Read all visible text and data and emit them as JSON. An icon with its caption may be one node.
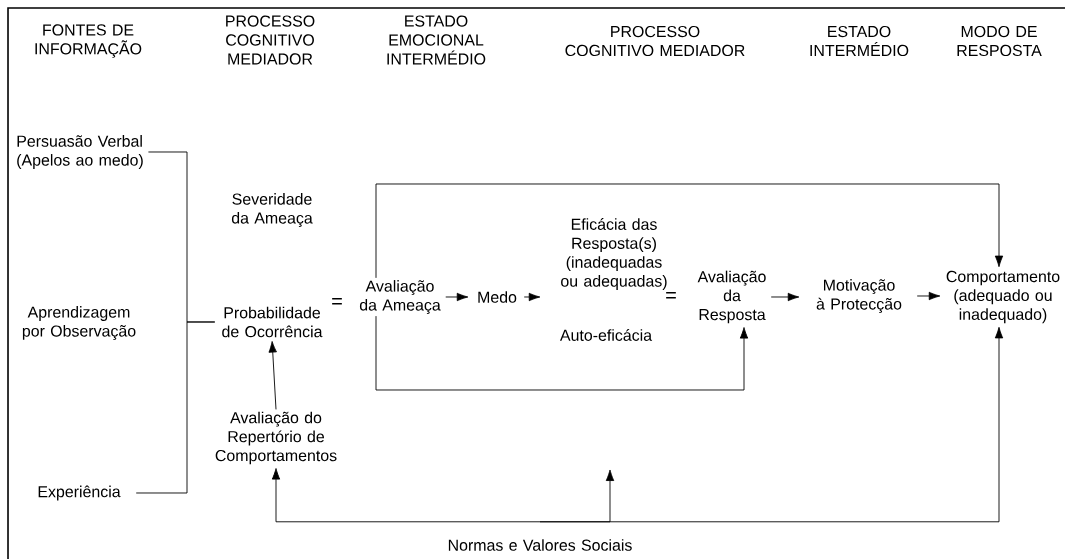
{
  "diagram": {
    "nodes": [
      {
        "text": [
          "Persuasão Verbal (Apelos ao medo)"
        ]
      },
      {
        "text": [
          "Aprendizagem por Observação"
        ]
      },
      {
        "text": [
          "Experiência"
        ]
      },
      {
        "text": [
          "Severidade da Ameaça"
        ]
      },
      {
        "text": [
          "Probabilidade de Ocorrência"
        ]
      },
      {
        "text": [
          "Avaliação do Repertório de Comportamentos"
        ]
      },
      {
        "text": [
          "Avaliação da Ameaça"
        ]
      },
      {
        "text": [
          "Medo"
        ]
      },
      {
        "text": [
          "Eficácia das Resposta(s) (inadequadas ou adequadas)"
        ]
      },
      {
        "text": [
          "Auto-eficácia"
        ]
      },
      {
        "text": [
          "Avaliação da Resposta"
        ]
      },
      {
        "text": [
          "Motivação à Protecção"
        ]
      },
      {
        "text": [
          "Comportamento (adequado ou inadequado)"
        ]
      },
      {
        "text": [
          "Normas e Valores Sociais"
        ]
      }
    ],
    "edges": [
      {
        "from": 0,
        "to": 4,
        "arrow": "none"
      },
      {
        "from": 2,
        "to": 4,
        "arrow": "none"
      },
      {
        "from": 5,
        "to": 4,
        "arrow": "to"
      },
      {
        "from": 6,
        "to": 7,
        "arrow": "to"
      },
      {
        "from": 7,
        "to": 8,
        "arrow": "to"
      },
      {
        "from": 6,
        "to": 12,
        "arrow": "to"
      },
      {
        "from": 6,
        "to": 10,
        "arrow": "to"
      },
      {
        "from": 10,
        "to": 11,
        "arrow": "to"
      },
      {
        "from": 11,
        "to": 12,
        "arrow": "to"
      },
      {
        "from": 13,
        "to": 5,
        "arrow": "to"
      },
      {
        "from": 13,
        "to": null,
        "arrow": "to"
      },
      {
        "from": 13,
        "to": 12,
        "arrow": "to"
      }
    ],
    "labels": [
      "FONTES DE INFORMAÇÃO",
      "PROCESSO COGNITIVO MEDIADOR",
      "ESTADO EMOCIONAL INTERMÉDIO",
      "PROCESSO COGNITIVO MEDIADOR",
      "ESTADO INTERMÉDIO",
      "MODO DE RESPOSTA",
      "=",
      "="
    ]
  }
}
